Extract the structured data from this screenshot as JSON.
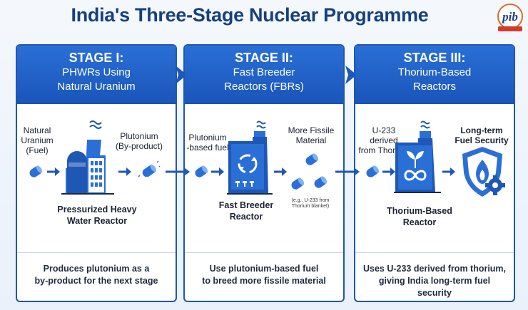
{
  "title": "India's Three-Stage Nuclear Programme",
  "colors": {
    "accent": "#1f57b5",
    "title": "#16407f",
    "light_blue": "#4a90e2"
  },
  "stages": [
    {
      "name": "STAGE I:",
      "desc_line1": "PHWRs Using",
      "desc_line2": "Natural Uranium",
      "input_label": "Natural Uranium (Fuel)",
      "input_l1": "Natural",
      "input_l2": "Uranium",
      "input_l3": "(Fuel)",
      "output_l1": "Plutonium",
      "output_l2": "(By-product)",
      "reactor_l1": "Pressurized Heavy",
      "reactor_l2": "Water Reactor",
      "foot_l1": "Produces plutonium as a",
      "foot_l2": "by-product for the next stage"
    },
    {
      "name": "STAGE II:",
      "desc_line1": "Fast Breeder",
      "desc_line2": "Reactors (FBRs)",
      "input_l1": "Plutonium",
      "input_l2": "-based fuel",
      "output_l1": "More Fissile",
      "output_l2": "Material",
      "output_note_l1": "(e.g., U-233 from",
      "output_note_l2": "Thorium blanket)",
      "reactor_l1": "Fast Breeder",
      "reactor_l2": "Reactor",
      "foot_l1": "Use plutonium-based fuel",
      "foot_l2": "to breed more fissile material"
    },
    {
      "name": "STAGE III:",
      "desc_line1": "Thorium-Based",
      "desc_line2": "Reactors",
      "input_l1": "U-233 derived",
      "input_l2": "from Thorium",
      "output_l1": "Long-term",
      "output_l2": "Fuel Security",
      "reactor_l1": "Thorium-Based",
      "reactor_l2": "Reactor",
      "foot_l1": "Uses U-233 derived from thorium,",
      "foot_l2": "giving India long-term fuel security"
    }
  ],
  "icons": [
    "fuel-rod-icon",
    "arrow-right-icon",
    "reactor-icon",
    "recycle-icon",
    "leaf-infinity-icon",
    "shield-gear-icon",
    "logo-icon"
  ]
}
